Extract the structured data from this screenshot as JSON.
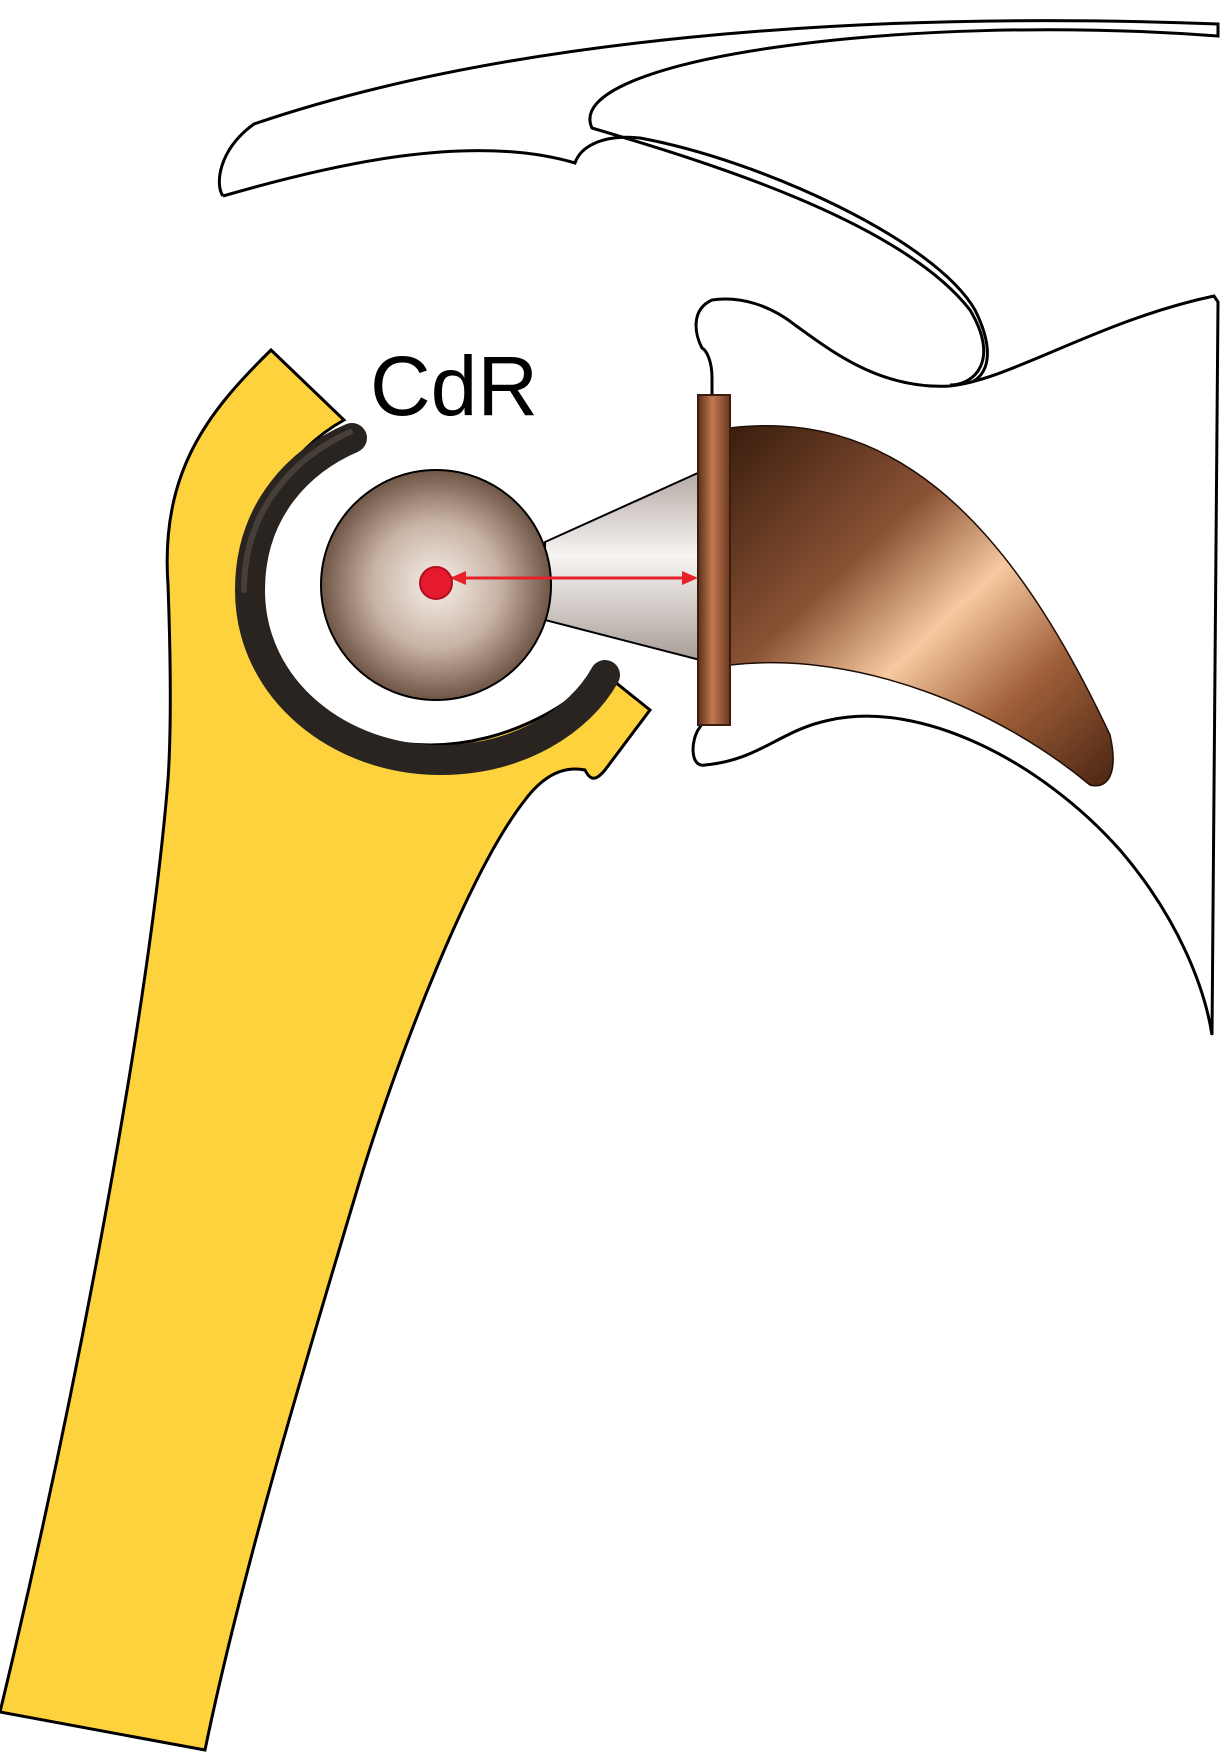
{
  "diagram": {
    "labels": {
      "center_of_rotation": "CdR"
    },
    "colors": {
      "humerus_fill": "#FDD23D",
      "outline": "#000000",
      "background": "#FFFFFF",
      "cup_dark": "#2A2420",
      "cup_light": "#5A514B",
      "sphere_center": "#F6F0EA",
      "sphere_edge": "#6E5546",
      "neck_light": "#F7F4F2",
      "neck_dark": "#B5AAA5",
      "baseplate": "#7A4528",
      "baseplate_highlight": "#C07A4F",
      "glenoid_component_dark": "#3A1D0E",
      "glenoid_component_light": "#F7C9A0",
      "arrow": "#E8202A",
      "center_point": "#E51A2E"
    },
    "icons": {
      "humerus": "humerus-bone-shape",
      "scapula": "scapula-outline-shape",
      "cup": "humeral-cup-arc",
      "sphere": "glenosphere-ball",
      "arrow": "double-headed-arrow"
    }
  }
}
